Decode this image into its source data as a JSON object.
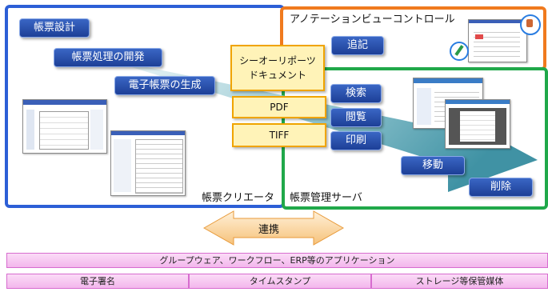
{
  "creator": {
    "title": "帳票クリエータ",
    "design": "帳票設計",
    "development": "帳票処理の開発",
    "generation": "電子帳票の生成"
  },
  "annotation": {
    "title": "アノテーションビューコントロール",
    "append": "追記"
  },
  "server": {
    "title": "帳票管理サーバ",
    "search": "検索",
    "view": "閲覧",
    "print": "印刷",
    "move": "移動",
    "delete": "削除"
  },
  "documents": {
    "siberia": "シーオーリポーツ\nドキュメント",
    "pdf": "PDF",
    "tiff": "TIFF"
  },
  "integration": {
    "label": "連携"
  },
  "bottom": {
    "apps": "グループウェア、ワークフロー、ERP等のアプリケーション",
    "signature": "電子署名",
    "timestamp": "タイムスタンプ",
    "storage": "ストレージ等保管媒体"
  },
  "colors": {
    "creator_border": "#2d5fd6",
    "annotation_border": "#f07a1e",
    "server_border": "#20a84a",
    "pill": "#2a52ad",
    "doc_fill": "#fff3b8",
    "doc_border": "#f0a400",
    "pink": "#f6c6f0"
  }
}
